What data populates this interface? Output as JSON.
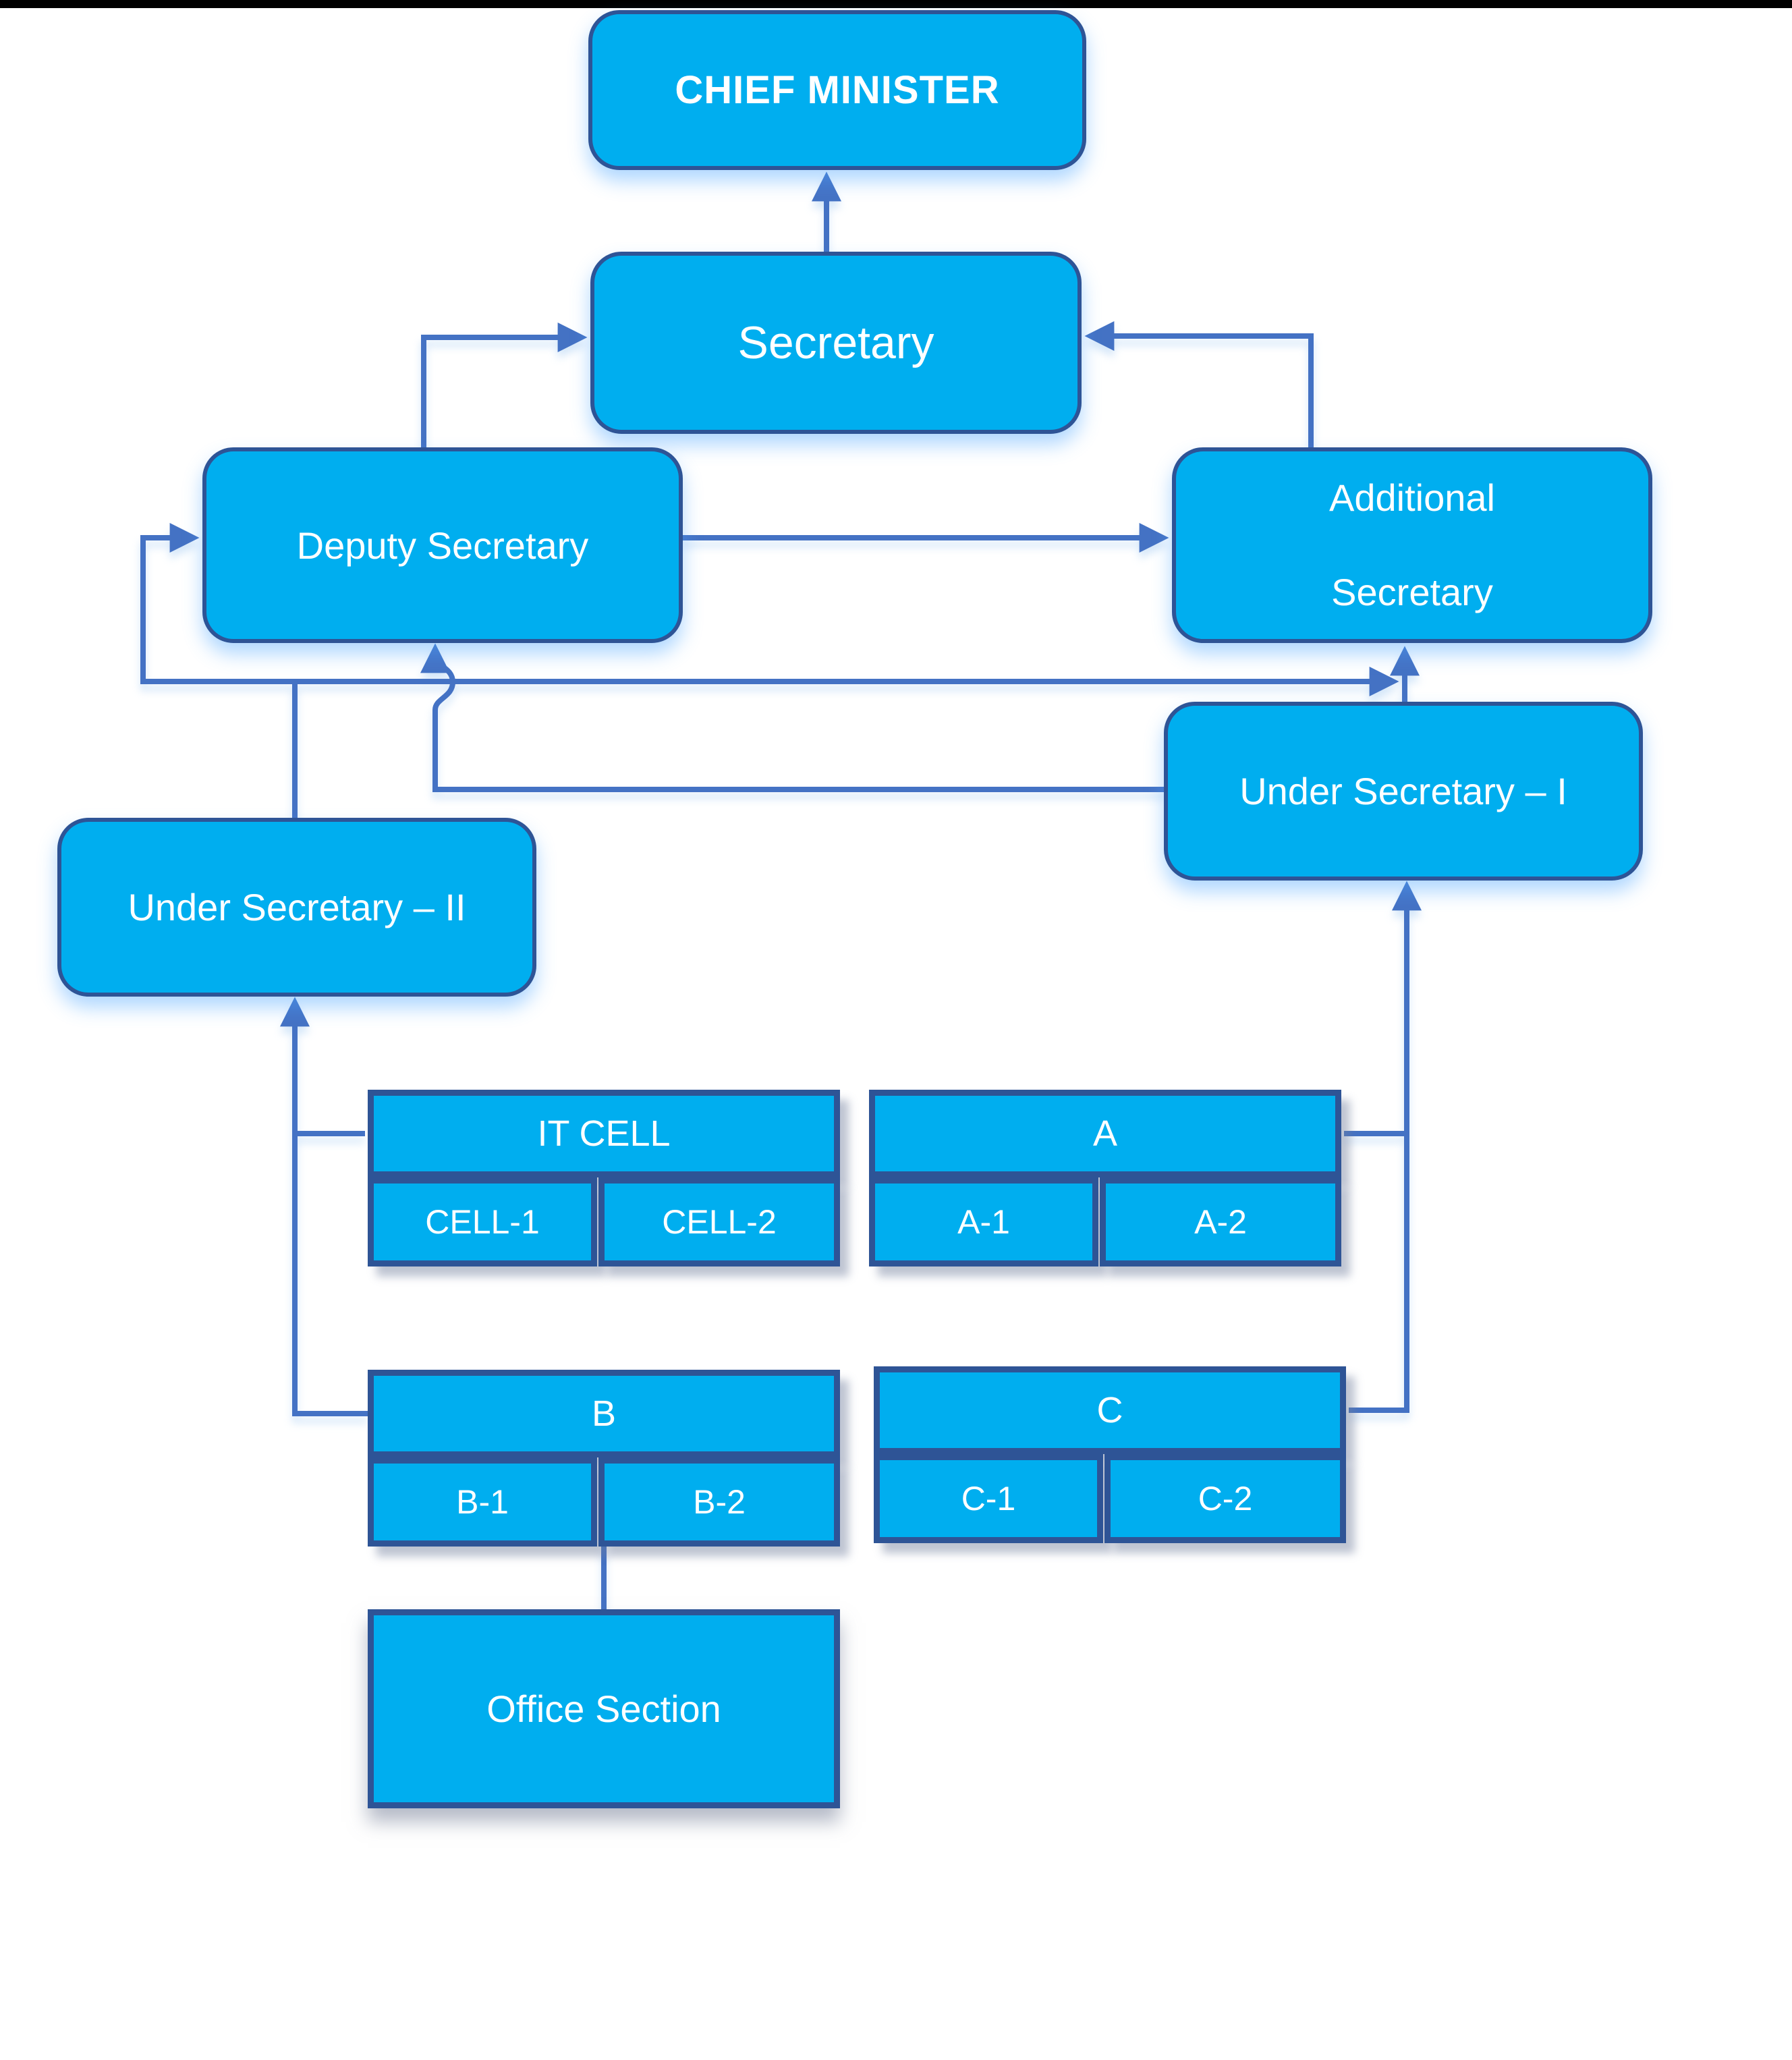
{
  "colors": {
    "node_fill": "#00AEEF",
    "node_border": "#2E5496",
    "connector": "#4472C4",
    "text": "#FFFFFF",
    "top_bar": "#000000",
    "background": "#FFFFFF"
  },
  "diagram": {
    "title": "Organisation hierarchy flowchart",
    "nodes": {
      "chief_minister": {
        "label": "CHIEF MINISTER"
      },
      "secretary": {
        "label": "Secretary"
      },
      "deputy_secretary": {
        "label": "Deputy Secretary"
      },
      "additional_secretary": {
        "label": "Additional Secretary"
      },
      "under_secretary_1": {
        "label": "Under Secretary – I"
      },
      "under_secretary_2": {
        "label": "Under Secretary – II"
      },
      "it_cell": {
        "label": "IT CELL",
        "cells": [
          "CELL-1",
          "CELL-2"
        ]
      },
      "section_a": {
        "label": "A",
        "cells": [
          "A-1",
          "A-2"
        ]
      },
      "section_b": {
        "label": "B",
        "cells": [
          "B-1",
          "B-2"
        ]
      },
      "section_c": {
        "label": "C",
        "cells": [
          "C-1",
          "C-2"
        ]
      },
      "office_section": {
        "label": "Office Section"
      }
    },
    "edges": [
      {
        "from": "secretary",
        "to": "chief_minister",
        "arrow": true
      },
      {
        "from": "deputy_secretary",
        "to": "secretary",
        "arrow": true
      },
      {
        "from": "additional_secretary",
        "to": "secretary",
        "arrow": true
      },
      {
        "from": "deputy_secretary",
        "to": "additional_secretary",
        "arrow": true
      },
      {
        "from": "under_secretary_1",
        "to": "additional_secretary",
        "arrow": true
      },
      {
        "from": "under_secretary_1",
        "to": "deputy_secretary",
        "arrow": true
      },
      {
        "from": "under_secretary_2",
        "to": "deputy_secretary",
        "arrow": true
      },
      {
        "from": "under_secretary_2",
        "to": "additional_secretary",
        "arrow": true
      },
      {
        "from": "it_cell",
        "to": "under_secretary_2",
        "arrow": true
      },
      {
        "from": "section_b",
        "to": "under_secretary_2",
        "arrow": true
      },
      {
        "from": "section_a",
        "to": "under_secretary_1",
        "arrow": true
      },
      {
        "from": "section_c",
        "to": "under_secretary_1",
        "arrow": true
      },
      {
        "from": "section_b",
        "to": "office_section",
        "arrow": false
      }
    ]
  }
}
